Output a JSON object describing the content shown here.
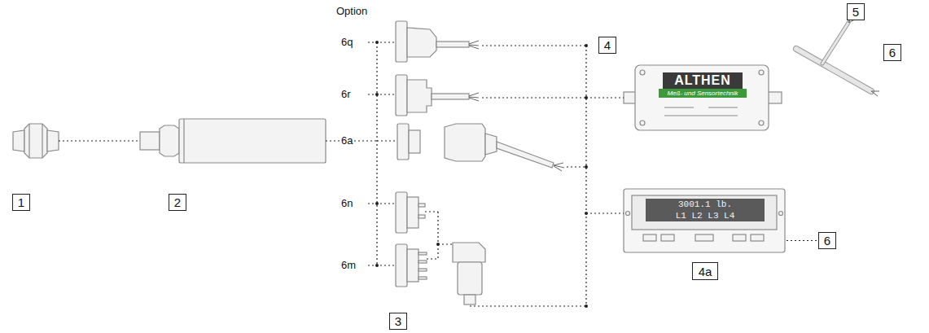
{
  "diagram": {
    "nodes": [
      {
        "text": [
          "1"
        ]
      },
      {
        "text": [
          "2"
        ]
      },
      {
        "text": [
          "3"
        ]
      },
      {
        "text": [
          "ALTHEN",
          "Meß- und Sensortechnik"
        ]
      },
      {
        "text": [
          "4"
        ]
      },
      {
        "text": [
          "5"
        ]
      },
      {
        "text": [
          "6"
        ]
      },
      {
        "text": [
          "3001.1 lb.",
          "L1 L2 L3 L4"
        ]
      },
      {
        "text": [
          "6"
        ]
      },
      {
        "text": [
          "4a"
        ]
      }
    ],
    "edges": [
      {
        "from": 7,
        "to": 8,
        "arrow": "none"
      }
    ],
    "labels": [
      "Option",
      "6q",
      "6r",
      "6a",
      "6n",
      "6m"
    ]
  }
}
